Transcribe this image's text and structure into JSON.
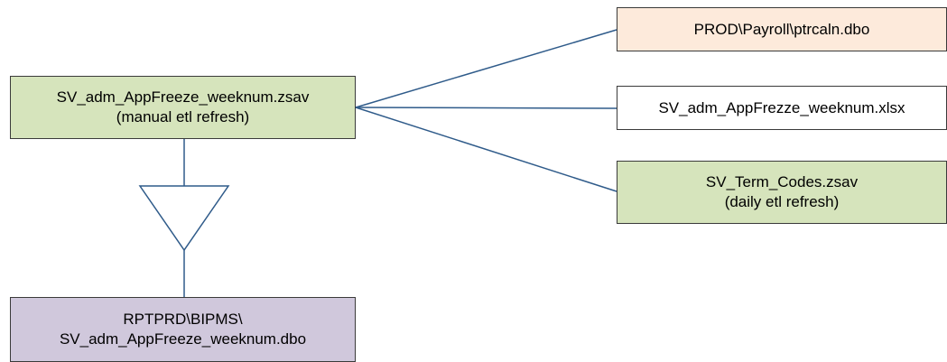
{
  "colors": {
    "line": "#2f5b8a",
    "border": "#3a3a3a",
    "green_fill": "#d6e4bc",
    "peach_fill": "#fdeadb",
    "white_fill": "#ffffff",
    "lavender_fill": "#d0c8dc"
  },
  "nodes": {
    "source": {
      "line1": "SV_adm_AppFreeze_weeknum.zsav",
      "line2": "(manual etl refresh)"
    },
    "payroll": {
      "line1": "PROD\\Payroll\\ptrcaln.dbo"
    },
    "xlsx": {
      "line1": "SV_adm_AppFrezze_weeknum.xlsx"
    },
    "termcodes": {
      "line1": "SV_Term_Codes.zsav",
      "line2": "(daily etl refresh)"
    },
    "rptprd": {
      "line1": "RPTPRD\\BIPMS\\",
      "line2": "SV_adm_AppFreeze_weeknum.dbo"
    }
  },
  "icons": {
    "merge_symbol": "inverted-triangle-icon"
  }
}
